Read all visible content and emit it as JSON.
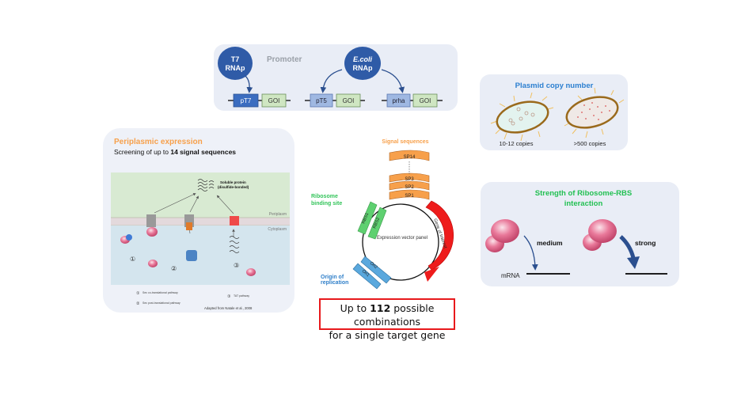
{
  "promoter": {
    "title": "Promoter",
    "t7_line1": "T7",
    "t7_line2": "RNAp",
    "ecoli_line1": "E.coli",
    "ecoli_line2": "RNAp",
    "constructs": [
      {
        "promoter": "pT7",
        "gene": "GOI"
      },
      {
        "promoter": "pT5",
        "gene": "GOI"
      },
      {
        "promoter": "prha",
        "gene": "GOI"
      }
    ]
  },
  "copy_number": {
    "title": "Plasmid copy number",
    "low": "10-12 copies",
    "high": ">500 copies"
  },
  "rbs_strength": {
    "title_line1": "Strength of Ribosome-RBS",
    "title_line2": "interaction",
    "medium": "medium",
    "strong": "strong",
    "mrna": "mRNA"
  },
  "periplasmic": {
    "title": "Periplasmic expression",
    "subtitle_prefix": "Screening of up to ",
    "subtitle_bold": "14 signal sequences",
    "soluble_line1": "Soluble protein",
    "soluble_line2": "(disulfide-bonded)",
    "periplasm": "Periplasm",
    "cytoplasm": "Cytoplasm",
    "legend": [
      {
        "num": "①",
        "text": "Sec co-translational pathway"
      },
      {
        "num": "②",
        "text": "Sec post-translational pathway"
      },
      {
        "num": "③",
        "text": "TAT pathway"
      }
    ],
    "credit": "Adapted from Natale et al., 2008"
  },
  "vector": {
    "signal_title": "Signal sequences",
    "signal_peptides": [
      "SP14",
      "SP3",
      "SP2",
      "SP1"
    ],
    "rbs_title_line1": "Ribosome",
    "rbs_title_line2": "binding site",
    "rbs": [
      "RBS1",
      "RBS2"
    ],
    "ori_title_line1": "Origin of",
    "ori_title_line2": "replication",
    "ori": [
      "Ori1",
      "Ori2"
    ],
    "center_label": "Expression vector panel",
    "goi_label": "Gene of Interest"
  },
  "summary": {
    "prefix": "Up to ",
    "bold": "112",
    "suffix": " possible combinations",
    "line2": "for a single target gene"
  },
  "colors": {
    "orange": "#f7a04b",
    "green": "#33c45a",
    "blue": "#2f7fc9",
    "red": "#ee1c1c",
    "panel": "#edf0f7"
  }
}
